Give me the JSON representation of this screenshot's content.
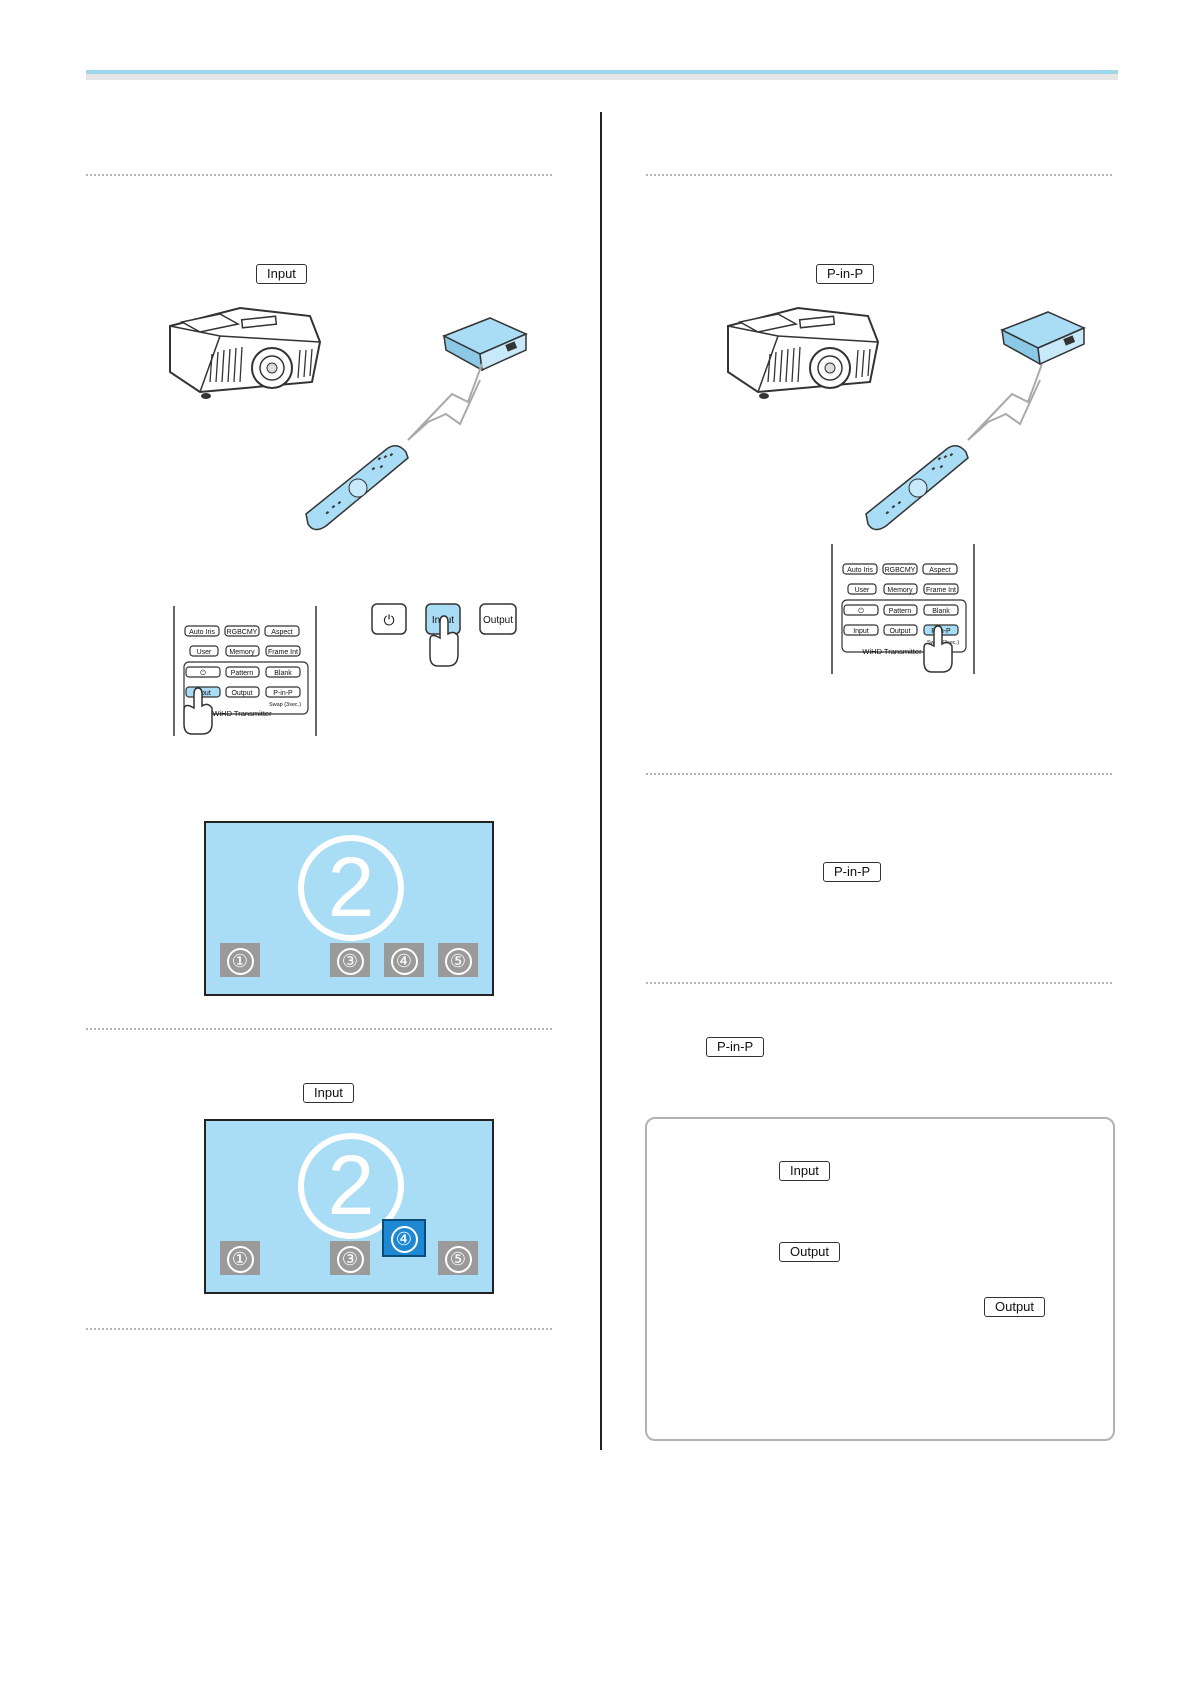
{
  "keys": {
    "input": "Input",
    "pinp": "P-in-P",
    "output": "Output"
  },
  "remote": {
    "row1": [
      "Auto Iris",
      "RGBCMY",
      "Aspect"
    ],
    "row2": [
      "User",
      "Memory",
      "Frame Int"
    ],
    "row3_mid": "Pattern",
    "row3_right": "Blank",
    "row4": [
      "Input",
      "Output",
      "P-in-P"
    ],
    "swap_label": "Swap (3sec.)",
    "transmitter_label": "WiHD Transmitter"
  },
  "transmitter_buttons": {
    "input": "Input",
    "output": "Output"
  },
  "screen1": {
    "big": "2",
    "small": [
      "①",
      "③",
      "④",
      "⑤"
    ]
  },
  "screen2": {
    "big": "2",
    "small": [
      "①",
      "③",
      "⑤"
    ],
    "selected": "④"
  },
  "colors": {
    "accent_blue": "#a9dcf5",
    "selected_blue": "#1e88d2",
    "header_rule": "#9fd6ea"
  }
}
